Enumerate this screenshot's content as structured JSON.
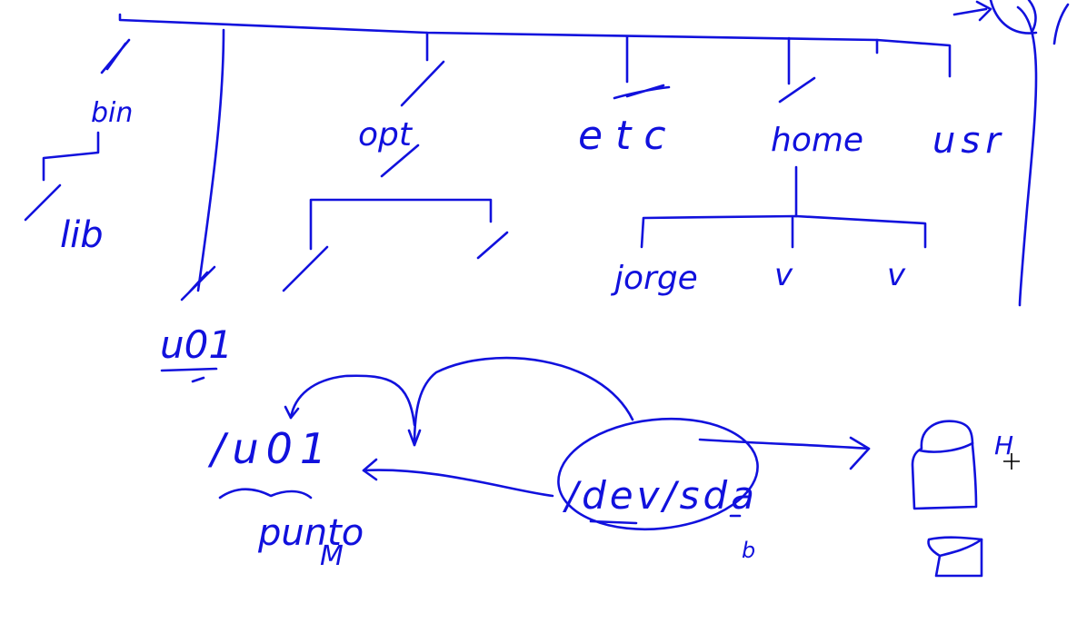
{
  "colors": {
    "ink": "#1111dd",
    "background": "#ffffff",
    "cursor": "#000000"
  },
  "tree": {
    "nodes": {
      "bin": "bin",
      "lib": "lib",
      "u01": "u01",
      "opt": "opt",
      "etc": "etc",
      "home": "home",
      "usr": "usr",
      "jorge": "jorge",
      "user2": "v",
      "user3": "v"
    }
  },
  "mount": {
    "mount_point": "/u01",
    "mount_point_caption": "punto",
    "caption_mark": "M",
    "device": "/dev/sda",
    "device_variant": "b",
    "disk_label": "H"
  },
  "icons": {
    "cursor": "crosshair-cursor-icon",
    "disk": "disk-icon"
  }
}
